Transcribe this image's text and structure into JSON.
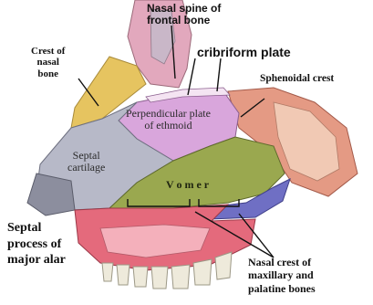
{
  "labels": {
    "nasal_spine": "Nasal spine of\nfrontal bone",
    "cribriform_plate": "cribriform plate",
    "crest_nasal_bone": "Crest of\nnasal\nbone",
    "sphenoidal_crest": "Sphenoidal crest",
    "perpendicular_plate": "Perpendicular plate\nof ethmoid",
    "septal_cartilage": "Septal\ncartilage",
    "vomer": "V o m e r",
    "septal_process": "Septal\nprocess of\nmajor alar",
    "nasal_crest": "Nasal crest of\nmaxillary  and\npalatine bones"
  },
  "colors": {
    "frontal_bone": "#e2a8bd",
    "ethmoid_plate": "#d9a6dc",
    "septal_cartilage": "#b7b9c8",
    "vomer": "#9aa84f",
    "sphenoid": "#e49a84",
    "maxilla": "#e46a7c",
    "palatine": "#6f6fc4",
    "nasal_bone": "#e6c460",
    "teeth": "#eeeadb"
  }
}
